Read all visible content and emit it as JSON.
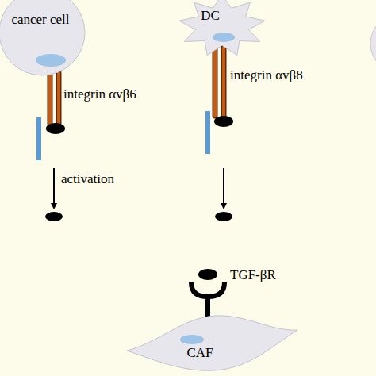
{
  "diagram": {
    "nodes": [
      {
        "text": [
          "cancer cell"
        ]
      },
      {
        "text": [
          "DC"
        ]
      },
      {
        "text": [
          "CAF"
        ]
      }
    ],
    "labels": [
      "integrin αvβ6",
      "activation",
      "integrin αvβ8",
      "TGF-βR"
    ]
  }
}
